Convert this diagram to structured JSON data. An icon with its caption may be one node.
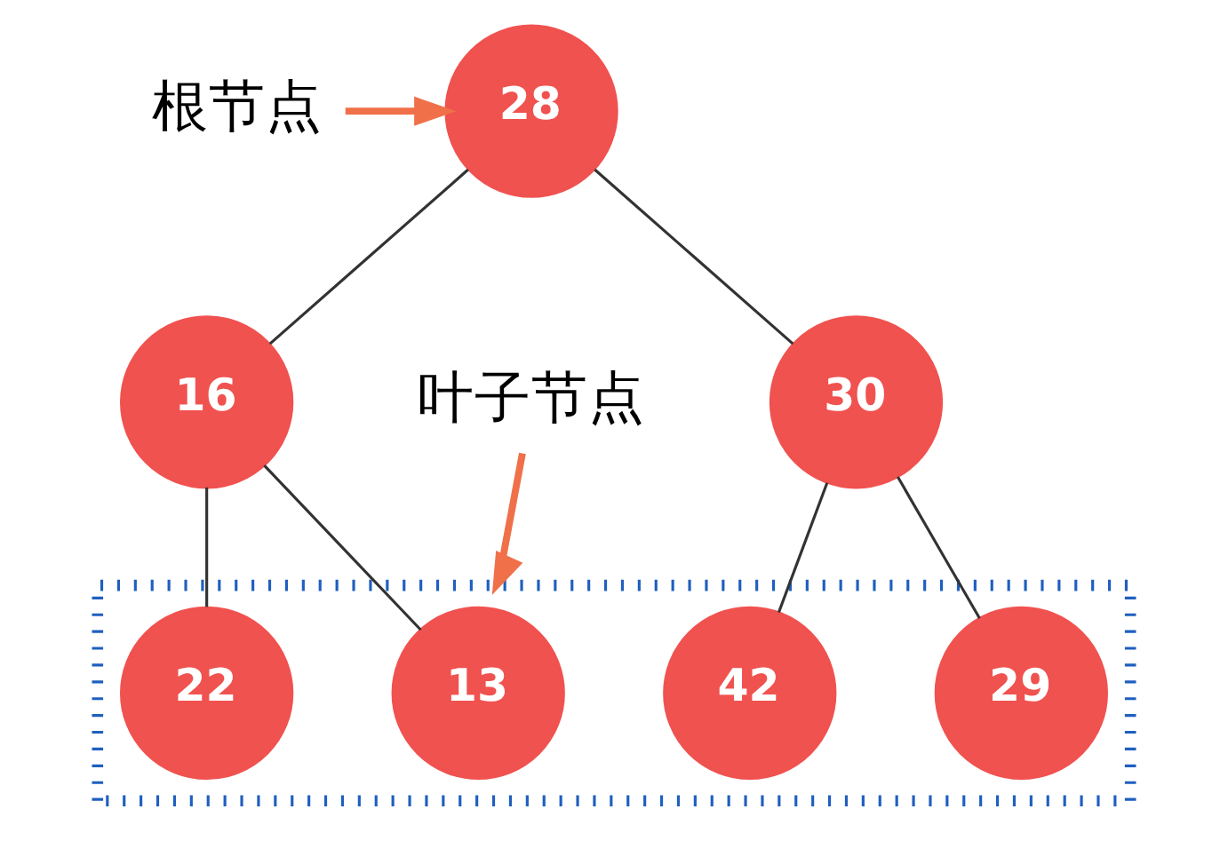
{
  "diagram": {
    "nodes": [
      {
        "text": [
          "根节点"
        ]
      },
      {
        "text": [
          "28"
        ]
      },
      {
        "text": [
          "16"
        ]
      },
      {
        "text": [
          "30"
        ]
      },
      {
        "text": [
          "叶子节点"
        ]
      },
      {
        "text": [],
        "shape": "box"
      },
      {
        "text": [
          "13"
        ],
        "in": 5
      },
      {
        "text": [
          "22"
        ],
        "in": 5
      },
      {
        "text": [
          "29"
        ],
        "in": 5
      },
      {
        "text": [
          "42"
        ],
        "in": 5
      }
    ],
    "edges": [
      {
        "from": 0,
        "to": 1,
        "arrow": "to",
        "style": "thick",
        "color": "#f0704a"
      },
      {
        "from": 1,
        "to": 2,
        "arrow": "none"
      },
      {
        "from": 1,
        "to": 3,
        "arrow": "none"
      },
      {
        "from": 2,
        "to": 6,
        "arrow": "none"
      },
      {
        "from": 2,
        "to": 7,
        "arrow": "none"
      },
      {
        "from": 3,
        "to": 8,
        "arrow": "none"
      },
      {
        "from": 3,
        "to": 9,
        "arrow": "none"
      },
      {
        "from": 4,
        "to": 5,
        "arrow": "to",
        "style": "thick",
        "color": "#f0704a"
      }
    ]
  }
}
